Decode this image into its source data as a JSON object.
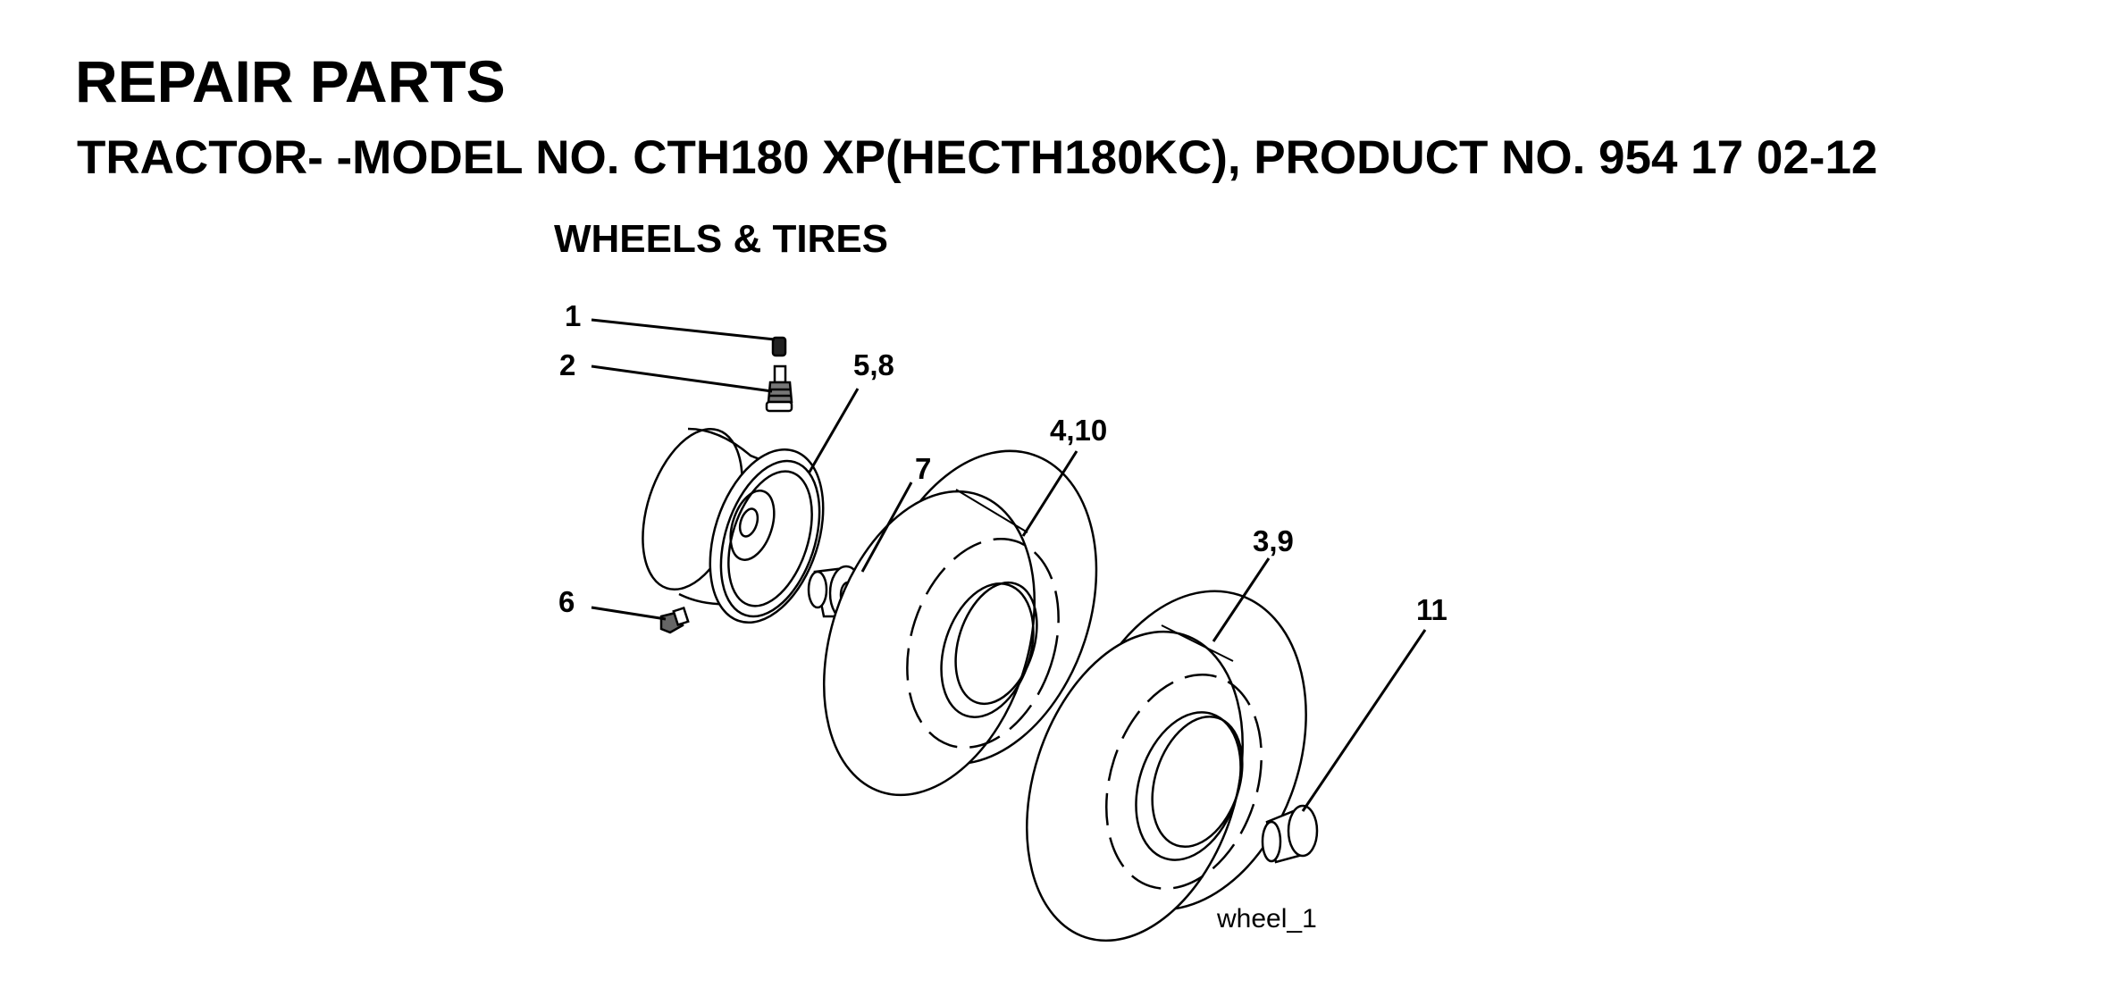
{
  "header": {
    "title": "REPAIR PARTS",
    "subtitle": "TRACTOR- -MODEL NO. CTH180 XP(HECTH180KC), PRODUCT NO. 954 17 02-12"
  },
  "section": {
    "heading": "WHEELS & TIRES"
  },
  "diagram": {
    "callouts": {
      "c1": "1",
      "c2": "2",
      "c58": "5,8",
      "c7": "7",
      "c410": "4,10",
      "c39": "3,9",
      "c6": "6",
      "c11": "11"
    },
    "figure_ref": "wheel_1"
  },
  "colors": {
    "ink": "#000000",
    "paper": "#ffffff"
  }
}
